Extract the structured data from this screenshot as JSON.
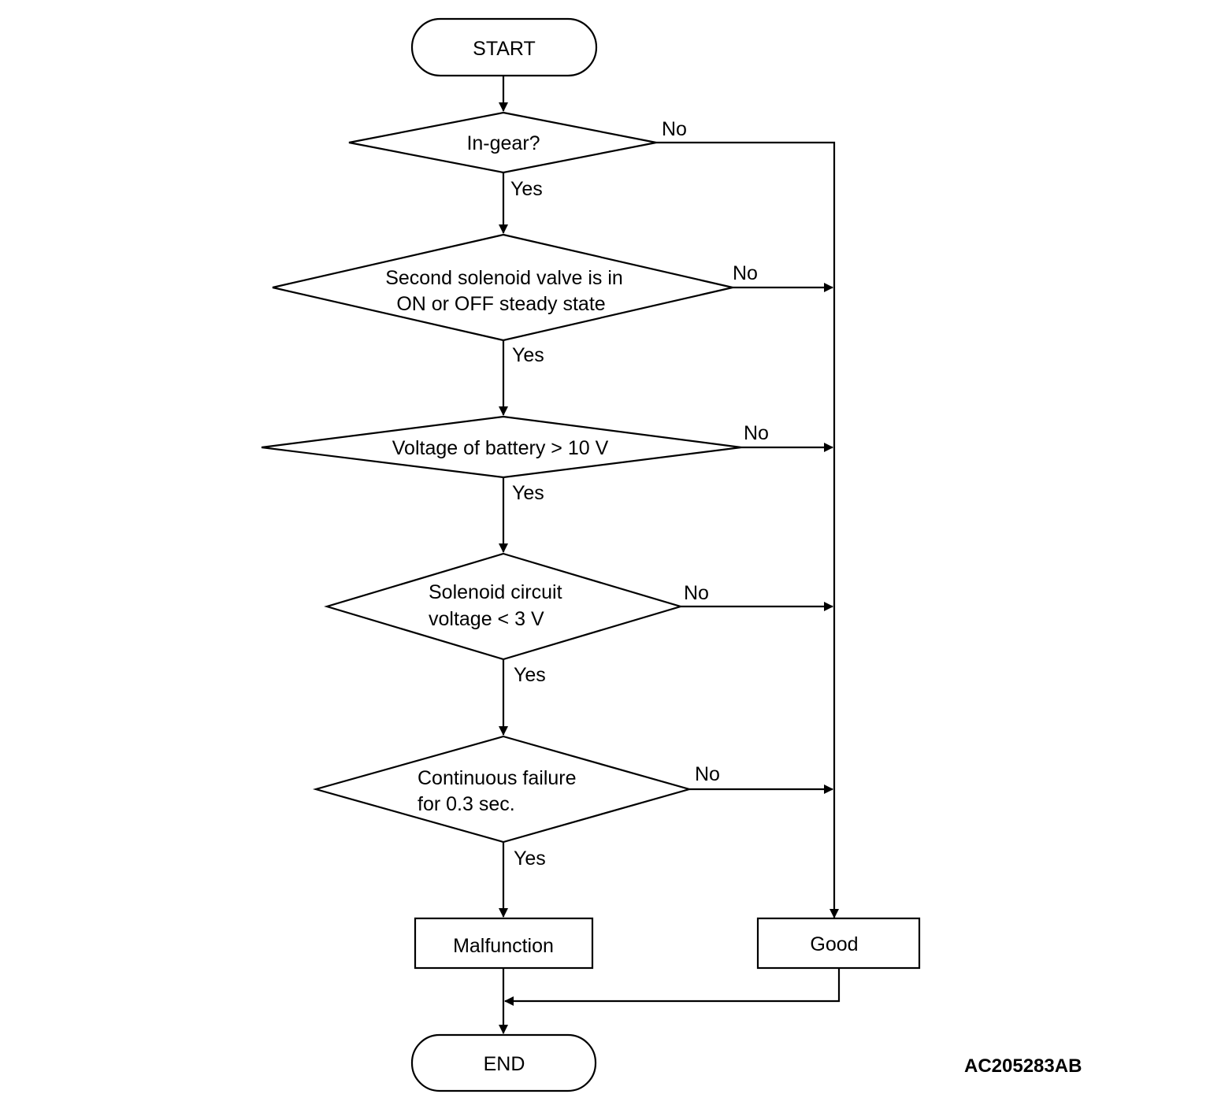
{
  "nodes": {
    "start": "START",
    "in_gear": "In-gear?",
    "second_solenoid_line1": "Second solenoid valve is in",
    "second_solenoid_line2": "ON or OFF steady state",
    "battery_voltage": "Voltage of battery > 10 V",
    "solenoid_circuit_line1": "Solenoid circuit",
    "solenoid_circuit_line2": "voltage < 3 V",
    "continuous_failure_line1": "Continuous failure",
    "continuous_failure_line2": "for 0.3 sec.",
    "malfunction": "Malfunction",
    "good": "Good",
    "end": "END"
  },
  "edges": {
    "yes": "Yes",
    "no": "No"
  },
  "reference_code": "AC205283AB"
}
